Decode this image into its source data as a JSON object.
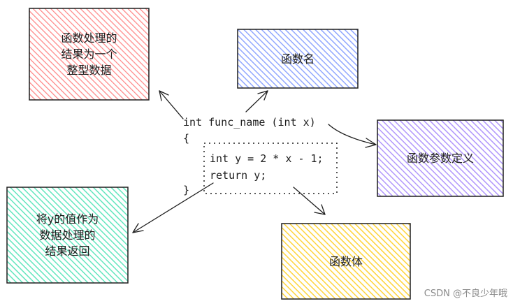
{
  "boxes": {
    "result_type": {
      "label": "函数处理的\n结果为一个\n整型数据",
      "color": "#ffc9c9"
    },
    "func_name": {
      "label": "函数名",
      "color": "#bac8ff"
    },
    "params": {
      "label": "函数参数定义",
      "color": "#d0bfff"
    },
    "return_value": {
      "label": "将y的值作为\n数据处理的\n结果返回",
      "color": "#96f2d7"
    },
    "body": {
      "label": "函数体",
      "color": "#ffec99"
    }
  },
  "code": {
    "signature": "int func_name (int x)",
    "open_brace": "{",
    "line1": "int y = 2 * x - 1;",
    "line2": "return y;",
    "close_brace": "}"
  },
  "watermark": "CSDN @不良少年哦"
}
